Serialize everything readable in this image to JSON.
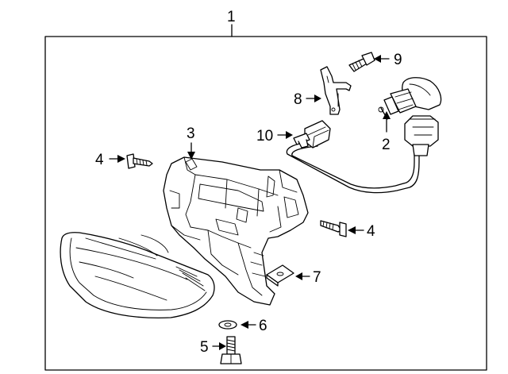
{
  "diagram": {
    "callouts": {
      "c1": "1",
      "c2": "2",
      "c3": "3",
      "c4a": "4",
      "c4b": "4",
      "c5": "5",
      "c6": "6",
      "c7": "7",
      "c8": "8",
      "c9": "9",
      "c10": "10"
    }
  }
}
